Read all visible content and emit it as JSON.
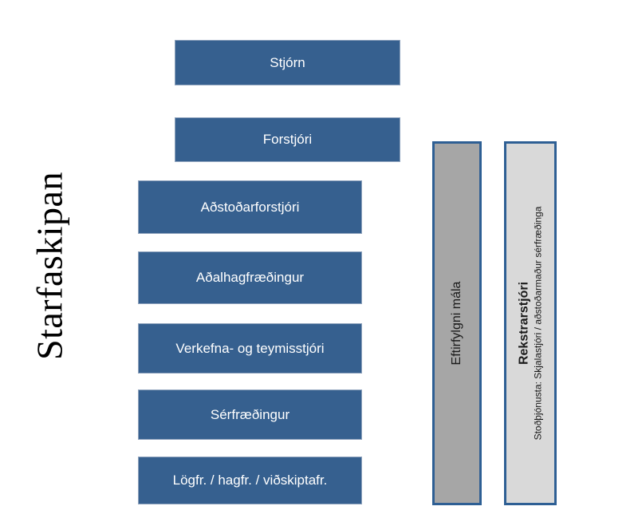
{
  "title": "Starfaskipan",
  "hierarchy_boxes": [
    {
      "label": "Stjórn"
    },
    {
      "label": "Forstjóri"
    },
    {
      "label": "Aðstoðarforstjóri"
    },
    {
      "label": "Aðalhagfræðingur"
    },
    {
      "label": "Verkefna- og teymisstjóri"
    },
    {
      "label": "Sérfræðingur"
    },
    {
      "label": "Lögfr. / hagfr. / viðskiptafr."
    }
  ],
  "side_columns": [
    {
      "label": "Eftirfylgni mála"
    },
    {
      "title": "Rekstrarstjóri",
      "subtitle": "Stoðþjónusta: Skjalastjóri / aðstoðarmaður sérfræðinga"
    }
  ],
  "colors": {
    "box_blue": "#36608f",
    "box_border_light": "#8fa3bd",
    "column_border_blue": "#2e5f94",
    "column_gray_fill": "#a6a6a6",
    "column_light_gray_fill": "#d9d9d9",
    "box_label_text": "#ffffff",
    "dark_text": "#1a1a1a",
    "background": "#ffffff"
  }
}
